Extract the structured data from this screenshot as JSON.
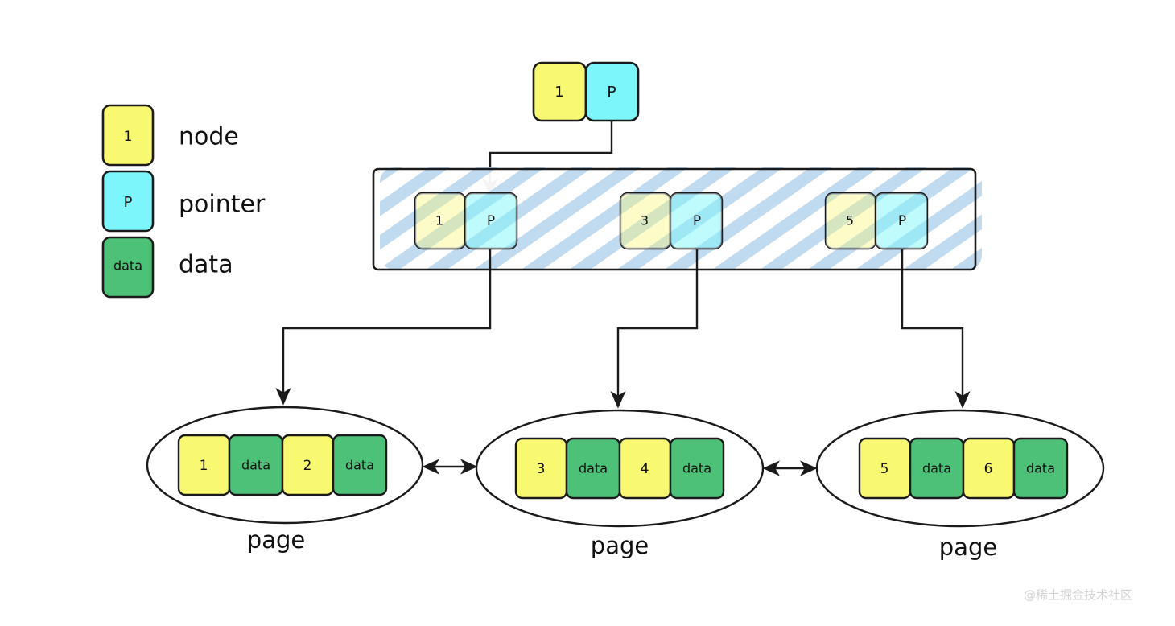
{
  "diagram": {
    "title": "B+ tree node to page mapping diagram",
    "colors": {
      "node_yellow": "#f9f871",
      "pointer_cyan": "#7df6fb",
      "data_green": "#4ec178",
      "stripe_blue": "#aacdea",
      "outline": "#1a1a1a",
      "watermark": "#d2d2d2"
    },
    "legend": {
      "items": [
        {
          "box_text": "1",
          "label": "node",
          "kind": "node"
        },
        {
          "box_text": "P",
          "label": "pointer",
          "kind": "pointer"
        },
        {
          "box_text": "data",
          "label": "data",
          "kind": "data"
        }
      ]
    },
    "root_node": {
      "cells": [
        {
          "text": "1",
          "kind": "node"
        },
        {
          "text": "P",
          "kind": "pointer"
        }
      ]
    },
    "buffer_band": {
      "label": "",
      "entries": [
        {
          "key": "1",
          "pointer": "P"
        },
        {
          "key": "3",
          "pointer": "P"
        },
        {
          "key": "5",
          "pointer": "P"
        }
      ]
    },
    "pages": [
      {
        "label": "page",
        "cells": [
          {
            "text": "1",
            "kind": "node"
          },
          {
            "text": "data",
            "kind": "data"
          },
          {
            "text": "2",
            "kind": "node"
          },
          {
            "text": "data",
            "kind": "data"
          }
        ]
      },
      {
        "label": "page",
        "cells": [
          {
            "text": "3",
            "kind": "node"
          },
          {
            "text": "data",
            "kind": "data"
          },
          {
            "text": "4",
            "kind": "node"
          },
          {
            "text": "data",
            "kind": "data"
          }
        ]
      },
      {
        "label": "page",
        "cells": [
          {
            "text": "5",
            "kind": "node"
          },
          {
            "text": "data",
            "kind": "data"
          },
          {
            "text": "6",
            "kind": "node"
          },
          {
            "text": "data",
            "kind": "data"
          }
        ]
      }
    ],
    "watermark": "@稀土掘金技术社区"
  }
}
